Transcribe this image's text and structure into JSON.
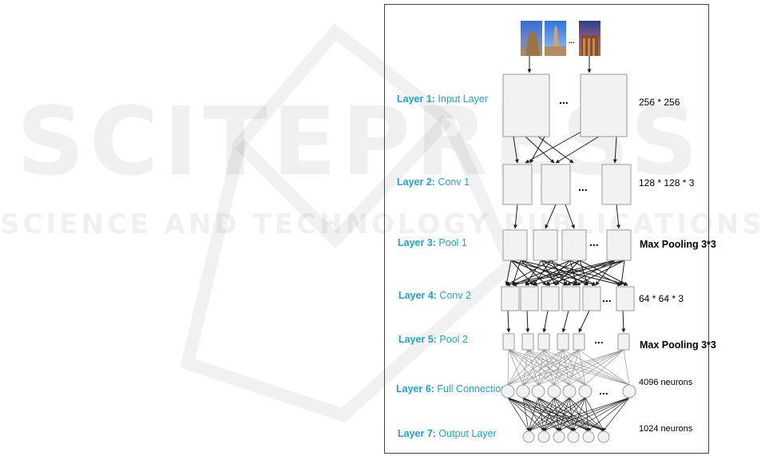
{
  "watermark": {
    "title": "SCITEPRESS",
    "subtitle": "SCIENCE AND TECHNOLOGY PUBLICATIONS"
  },
  "colors": {
    "label_blue": "#1aa3df",
    "box_fill": "#f2f2f2",
    "box_stroke": "#9a9a9a",
    "edge": "#1c1c1c",
    "dense_edge": "#8a8a8a"
  },
  "diagram": {
    "ellipsis": "...",
    "input_images": [
      "sphinx-photo",
      "obelisk-photo",
      "temple-photo"
    ],
    "layers": [
      {
        "num": "Layer 1:",
        "name": " Input Layer",
        "spec": "256 * 256"
      },
      {
        "num": "Layer 2:",
        "name": " Conv 1",
        "spec": "128 * 128 * 3"
      },
      {
        "num": "Layer 3:",
        "name": " Pool 1",
        "spec": "Max Pooling 3*3"
      },
      {
        "num": "Layer 4:",
        "name": " Conv 2",
        "spec": "64 * 64 * 3"
      },
      {
        "num": "Layer 5:",
        "name": " Pool 2",
        "spec": "Max Pooling 3*3"
      },
      {
        "num": "Layer 6:",
        "name": " Full Connection",
        "spec": "4096 neurons"
      },
      {
        "num": "Layer 7:",
        "name": " Output Layer",
        "spec": "1024 neurons"
      }
    ]
  }
}
